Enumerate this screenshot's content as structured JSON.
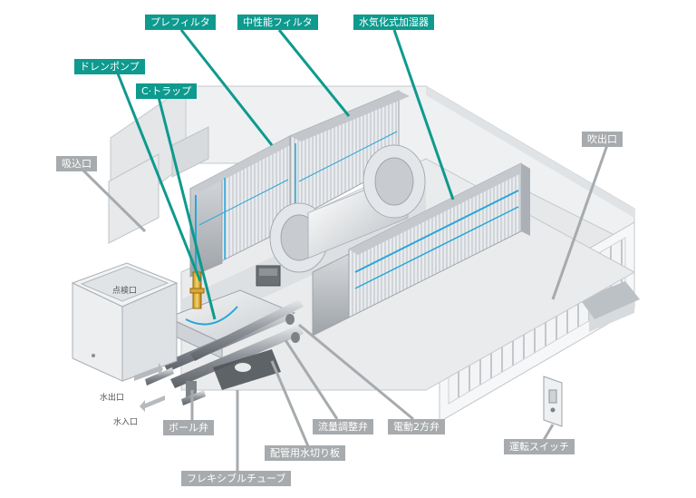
{
  "labels": {
    "pre_filter": "プレフィルタ",
    "medium_filter": "中性能フィルタ",
    "humidifier": "水気化式加湿器",
    "drain_pump": "ドレンポンプ",
    "c_trap": "C·トラップ",
    "intake": "吸込口",
    "outlet": "吹出口",
    "inspection_port": "点検口",
    "water_out": "水出口",
    "water_in": "水入口",
    "ball_valve": "ボール弁",
    "flow_valve": "流量調整弁",
    "motor_valve": "電動2方弁",
    "drain_plate": "配管用水切り板",
    "flex_tube": "フレキシブルチューブ",
    "run_switch": "運転スイッチ"
  },
  "colors": {
    "accent": "#0e9a8e",
    "callout_gray": "#a7abae",
    "water_line": "#2aa7d6"
  }
}
